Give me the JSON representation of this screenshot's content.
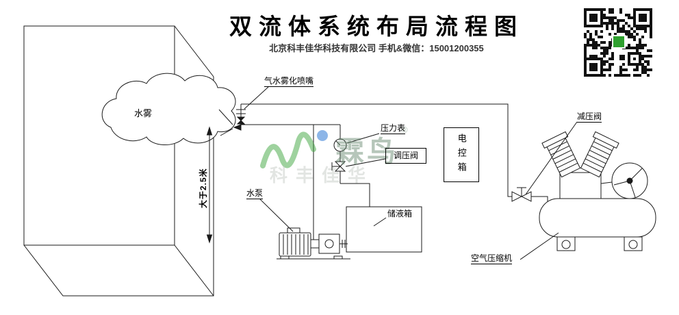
{
  "header": {
    "title": "双流体系统布局流程图",
    "subtitle": "北京科丰佳华科技有限公司 手机&微信：15001200355"
  },
  "diagram": {
    "labels": {
      "mist": "水雾",
      "min_height": "大于2.5米",
      "nozzle": "气水雾化喷嘴",
      "pressure_gauge": "压力表",
      "regulating_valve": "调压阀",
      "control_box": "电控箱",
      "water_pump": "水泵",
      "storage_tank": "储液箱",
      "reducing_valve": "减压阀",
      "air_compressor": "空气压缩机"
    }
  },
  "watermark": {
    "brand": "霖鸟",
    "registered": "®",
    "company": "科丰佳华"
  },
  "colors": {
    "line": "#1a1a1a",
    "brand_green": "#3fa63f",
    "brand_blue": "#1e6fd2",
    "qr": "#111111"
  }
}
